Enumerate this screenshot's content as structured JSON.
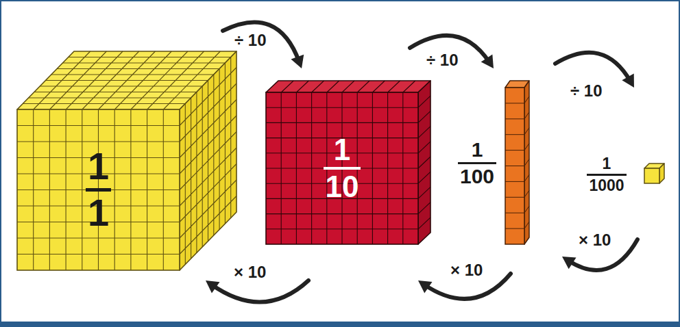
{
  "diagram": {
    "nodes": [
      {
        "text": [
          "1",
          "1"
        ]
      },
      {
        "text": [
          "1",
          "10"
        ]
      },
      {
        "text": [
          "1",
          "100"
        ]
      },
      {
        "text": [
          "1",
          "1000"
        ]
      }
    ],
    "edges": [
      {
        "from": 0,
        "to": 1,
        "arrow": "to",
        "label": "÷ 10"
      },
      {
        "from": 1,
        "to": 2,
        "arrow": "to",
        "label": "÷ 10"
      },
      {
        "from": 2,
        "to": 3,
        "arrow": "to",
        "label": "÷ 10"
      },
      {
        "from": 3,
        "to": 2,
        "arrow": "to",
        "label": "× 10"
      },
      {
        "from": 2,
        "to": 1,
        "arrow": "to",
        "label": "× 10"
      },
      {
        "from": 1,
        "to": 0,
        "arrow": "to",
        "label": "× 10"
      }
    ]
  }
}
